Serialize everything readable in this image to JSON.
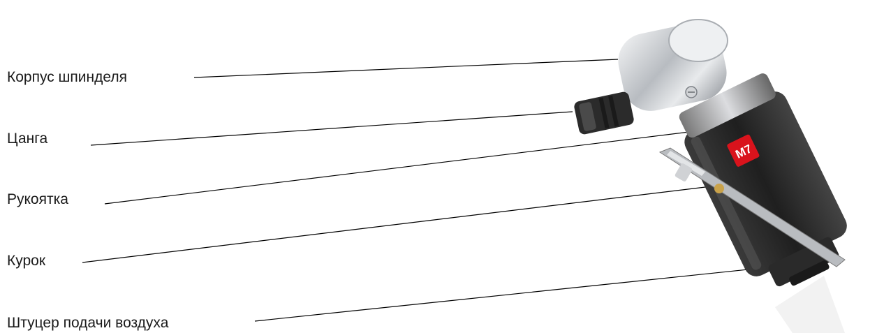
{
  "diagram": {
    "labels": [
      "Корпус шпинделя",
      "Цанга",
      "Рукоятка",
      "Курок",
      "Штуцер подачи воздуха"
    ],
    "logo_text": "M7"
  },
  "colors": {
    "text": "#1a1a1a",
    "leader_line": "#000000",
    "tool_body": "#2b2b2b",
    "chrome": "#c9ccd0",
    "logo_red": "#d9131c"
  }
}
